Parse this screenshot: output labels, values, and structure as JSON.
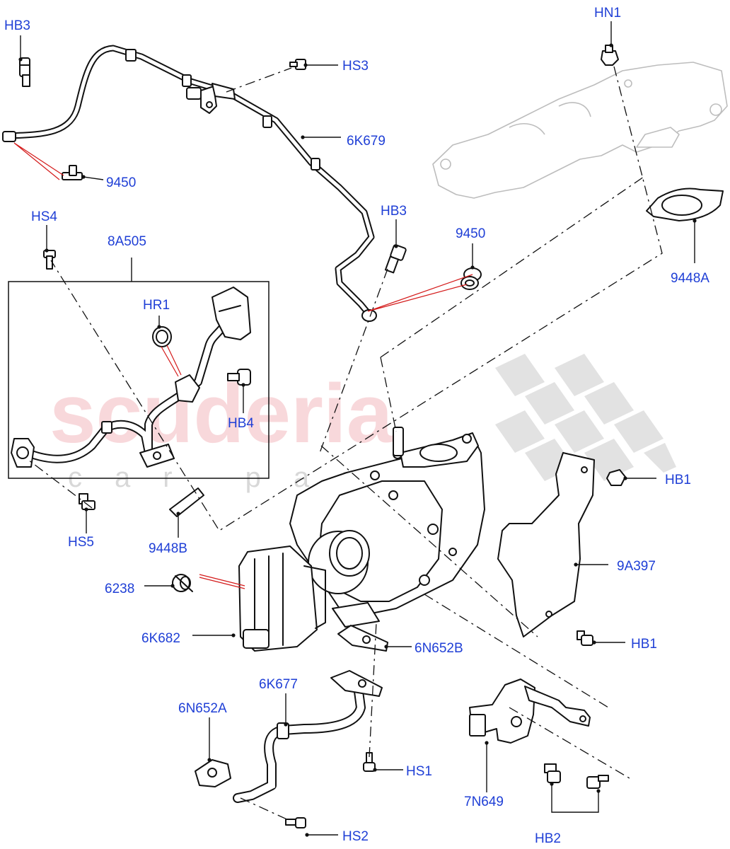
{
  "watermark": {
    "main": "scuderia",
    "sub": "car parts"
  },
  "labels": {
    "hb3_top": "HB3",
    "hn1": "HN1",
    "hs3": "HS3",
    "k679": "6K679",
    "p9450_left": "9450",
    "hs4": "HS4",
    "a8505": "8A505",
    "hr1": "HR1",
    "hb3_mid": "HB3",
    "p9450_mid": "9450",
    "p9448a": "9448A",
    "hb4": "HB4",
    "hb1_top": "HB1",
    "hs5": "HS5",
    "p9448b": "9448B",
    "a9397": "9A397",
    "p6238": "6238",
    "k682": "6K682",
    "hb1_bottom": "HB1",
    "n652b": "6N652B",
    "k677": "6K677",
    "n652a": "6N652A",
    "hs1": "HS1",
    "n649": "7N649",
    "hs2": "HS2",
    "hb2": "HB2"
  },
  "colors": {
    "label": "#1f3fd6",
    "watermark": "#f4b9bf",
    "callout": "#d41a1a"
  }
}
